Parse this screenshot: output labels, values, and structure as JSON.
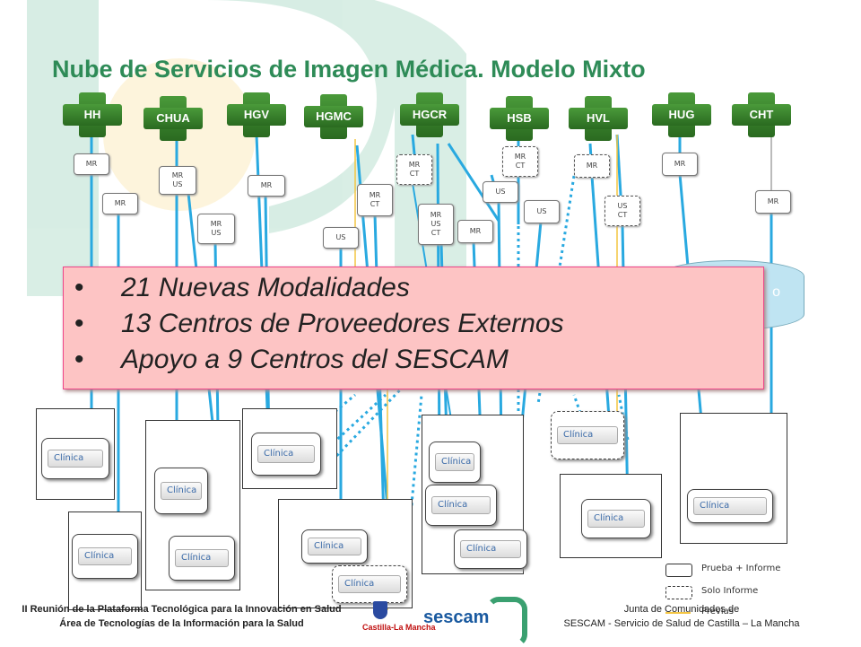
{
  "title": "Nube de Servicios de Imagen Médica. Modelo Mixto",
  "colors": {
    "title": "#2e8b57",
    "cross_green": "#3a8a2e",
    "line_blue": "#29a9e0",
    "prev_yellow": "#f4c542",
    "cloud_blue": "#bfe4f2",
    "callout_pink": "#fdc4c4",
    "clinic_text": "#3a6aa8"
  },
  "hospitals": [
    {
      "id": "hh",
      "label": "HH"
    },
    {
      "id": "chua",
      "label": "CHUA"
    },
    {
      "id": "hgv",
      "label": "HGV"
    },
    {
      "id": "hgmc",
      "label": "HGMC"
    },
    {
      "id": "hgcr",
      "label": "HGCR"
    },
    {
      "id": "hsb",
      "label": "HSB"
    },
    {
      "id": "hvl",
      "label": "HVL"
    },
    {
      "id": "hug",
      "label": "HUG"
    },
    {
      "id": "cht",
      "label": "CHT"
    }
  ],
  "modalities": [
    {
      "label": "MR",
      "style": "solid"
    },
    {
      "label": "MR",
      "style": "solid"
    },
    {
      "label": "MR\nUS",
      "style": "solid"
    },
    {
      "label": "MR\nUS",
      "style": "solid"
    },
    {
      "label": "MR",
      "style": "solid"
    },
    {
      "label": "US",
      "style": "solid"
    },
    {
      "label": "MR\nCT",
      "style": "solid"
    },
    {
      "label": "MR\nCT",
      "style": "dashed"
    },
    {
      "label": "MR\nUS\nCT",
      "style": "solid"
    },
    {
      "label": "MR",
      "style": "solid"
    },
    {
      "label": "US",
      "style": "solid"
    },
    {
      "label": "MR\nCT",
      "style": "dashed"
    },
    {
      "label": "US",
      "style": "solid"
    },
    {
      "label": "MR",
      "style": "dashed"
    },
    {
      "label": "US\nCT",
      "style": "dashed"
    },
    {
      "label": "MR",
      "style": "solid"
    },
    {
      "label": "MR",
      "style": "solid"
    }
  ],
  "clinic_label": "Clínica",
  "clinics": [
    {
      "style": "solid"
    },
    {
      "style": "solid"
    },
    {
      "style": "solid"
    },
    {
      "style": "solid"
    },
    {
      "style": "solid"
    },
    {
      "style": "solid"
    },
    {
      "style": "dashed"
    },
    {
      "style": "solid"
    },
    {
      "style": "solid"
    },
    {
      "style": "solid"
    },
    {
      "style": "dashed"
    },
    {
      "style": "solid"
    },
    {
      "style": "solid"
    }
  ],
  "cloud_partial_text": "o",
  "callout": {
    "items": [
      "21 Nuevas Modalidades",
      "13 Centros de Proveedores Externos",
      "Apoyo a 9 Centros del SESCAM"
    ]
  },
  "legend": {
    "items": [
      {
        "label": "Prueba + Informe",
        "style": "solid"
      },
      {
        "label": "Solo Informe",
        "style": "dashed"
      },
      {
        "label": "Previas",
        "style": "arrow"
      }
    ]
  },
  "footer": {
    "left_line1": "II Reunión de la Plataforma Tecnológica para la Innovación en Salud",
    "left_line2": "Área de Tecnologías de la Información para la Salud",
    "right_line1": "Junta de Comunidades de",
    "right_line2": "SESCAM - Servicio de Salud de Castilla – La Mancha",
    "logo_clm_text": "Castilla-La Mancha",
    "logo_sescam_text": "sescam"
  }
}
